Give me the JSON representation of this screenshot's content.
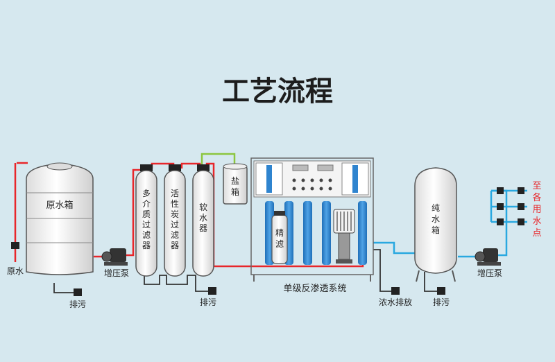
{
  "title": "工艺流程",
  "labels": {
    "raw_tank": "原水箱",
    "raw_water": "原水",
    "booster_pump_1": "增压泵",
    "drain_1": "排污",
    "multi_filter": [
      "多",
      "介",
      "质",
      "过",
      "滤",
      "器"
    ],
    "carbon_filter": [
      "活",
      "性",
      "炭",
      "过",
      "滤",
      "器"
    ],
    "softener": [
      "软",
      "水",
      "器"
    ],
    "drain_2": "排污",
    "salt_tank": [
      "盐",
      "箱"
    ],
    "precision_filter": [
      "精",
      "滤"
    ],
    "ro_system": "单级反渗透系统",
    "concentrate_drain": "浓水排放",
    "pure_tank": [
      "纯",
      "水",
      "箱"
    ],
    "drain_3": "排污",
    "booster_pump_2": "增压泵",
    "to_points": [
      "至",
      "各",
      "用",
      "水",
      "点"
    ]
  },
  "colors": {
    "background": "#d6e8ef",
    "raw_pipe": "#e8262a",
    "pure_pipe": "#29a8e0",
    "salt_pipe": "#8cc63f",
    "membrane": "#2f84cf"
  }
}
